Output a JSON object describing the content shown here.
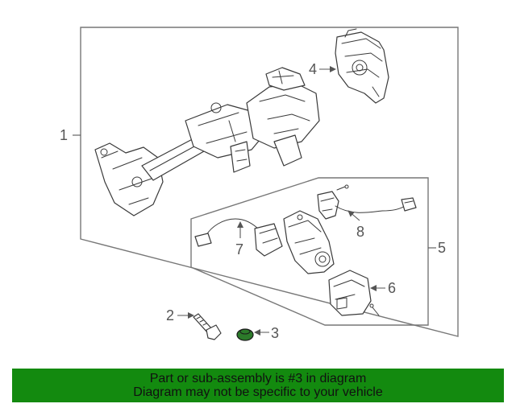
{
  "callouts": {
    "c1": "1",
    "c2": "2",
    "c3": "3",
    "c4": "4",
    "c5": "5",
    "c6": "6",
    "c7": "7",
    "c8": "8"
  },
  "banner": {
    "line1": "Part or sub-assembly is #3 in diagram",
    "line2": "Diagram may not be specific to your vehicle",
    "background": "#138a0f"
  },
  "highlighted_part": "3"
}
